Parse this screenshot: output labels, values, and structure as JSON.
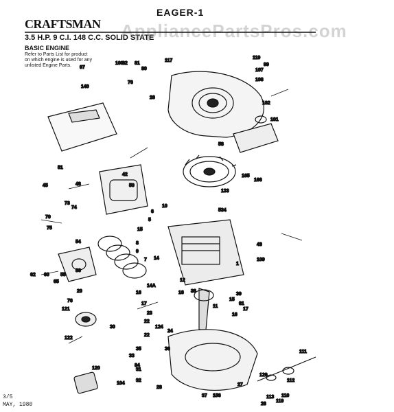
{
  "header": {
    "page_label": "EAGER-1",
    "brand": "CRAFTSMAN",
    "model_line": "3.5 H.P. 9 C.I. 148 C.C. SOLID STATE",
    "section_title": "BASIC ENGINE",
    "note": "Refer to Parts List for product on which engine is used for any unlisted Engine Parts."
  },
  "watermark": "AppliancePartsPros.com",
  "part_labels": [
    "119",
    "107",
    "108",
    "117",
    "100",
    "82",
    "81",
    "80",
    "97",
    "76",
    "26",
    "99",
    "140",
    "102",
    "101",
    "58",
    "165",
    "166",
    "51",
    "42",
    "45",
    "48",
    "50",
    "73",
    "74",
    "70",
    "75",
    "133",
    "534",
    "10",
    "6",
    "5",
    "15",
    "8",
    "9",
    "7",
    "1",
    "14",
    "109",
    "43",
    "62",
    "60",
    "55",
    "54",
    "86",
    "65",
    "20",
    "16",
    "17",
    "14A",
    "76",
    "121",
    "23",
    "22",
    "22",
    "124",
    "24",
    "11",
    "15",
    "17",
    "16",
    "81",
    "39",
    "38",
    "16",
    "12",
    "122",
    "30",
    "31",
    "32",
    "33",
    "34",
    "35",
    "36",
    "37",
    "28",
    "120",
    "129",
    "113",
    "119",
    "110",
    "111",
    "112",
    "156",
    "27",
    "28",
    "104"
  ],
  "footer": {
    "date1": "3/5",
    "date2": "MAY, 1980"
  }
}
